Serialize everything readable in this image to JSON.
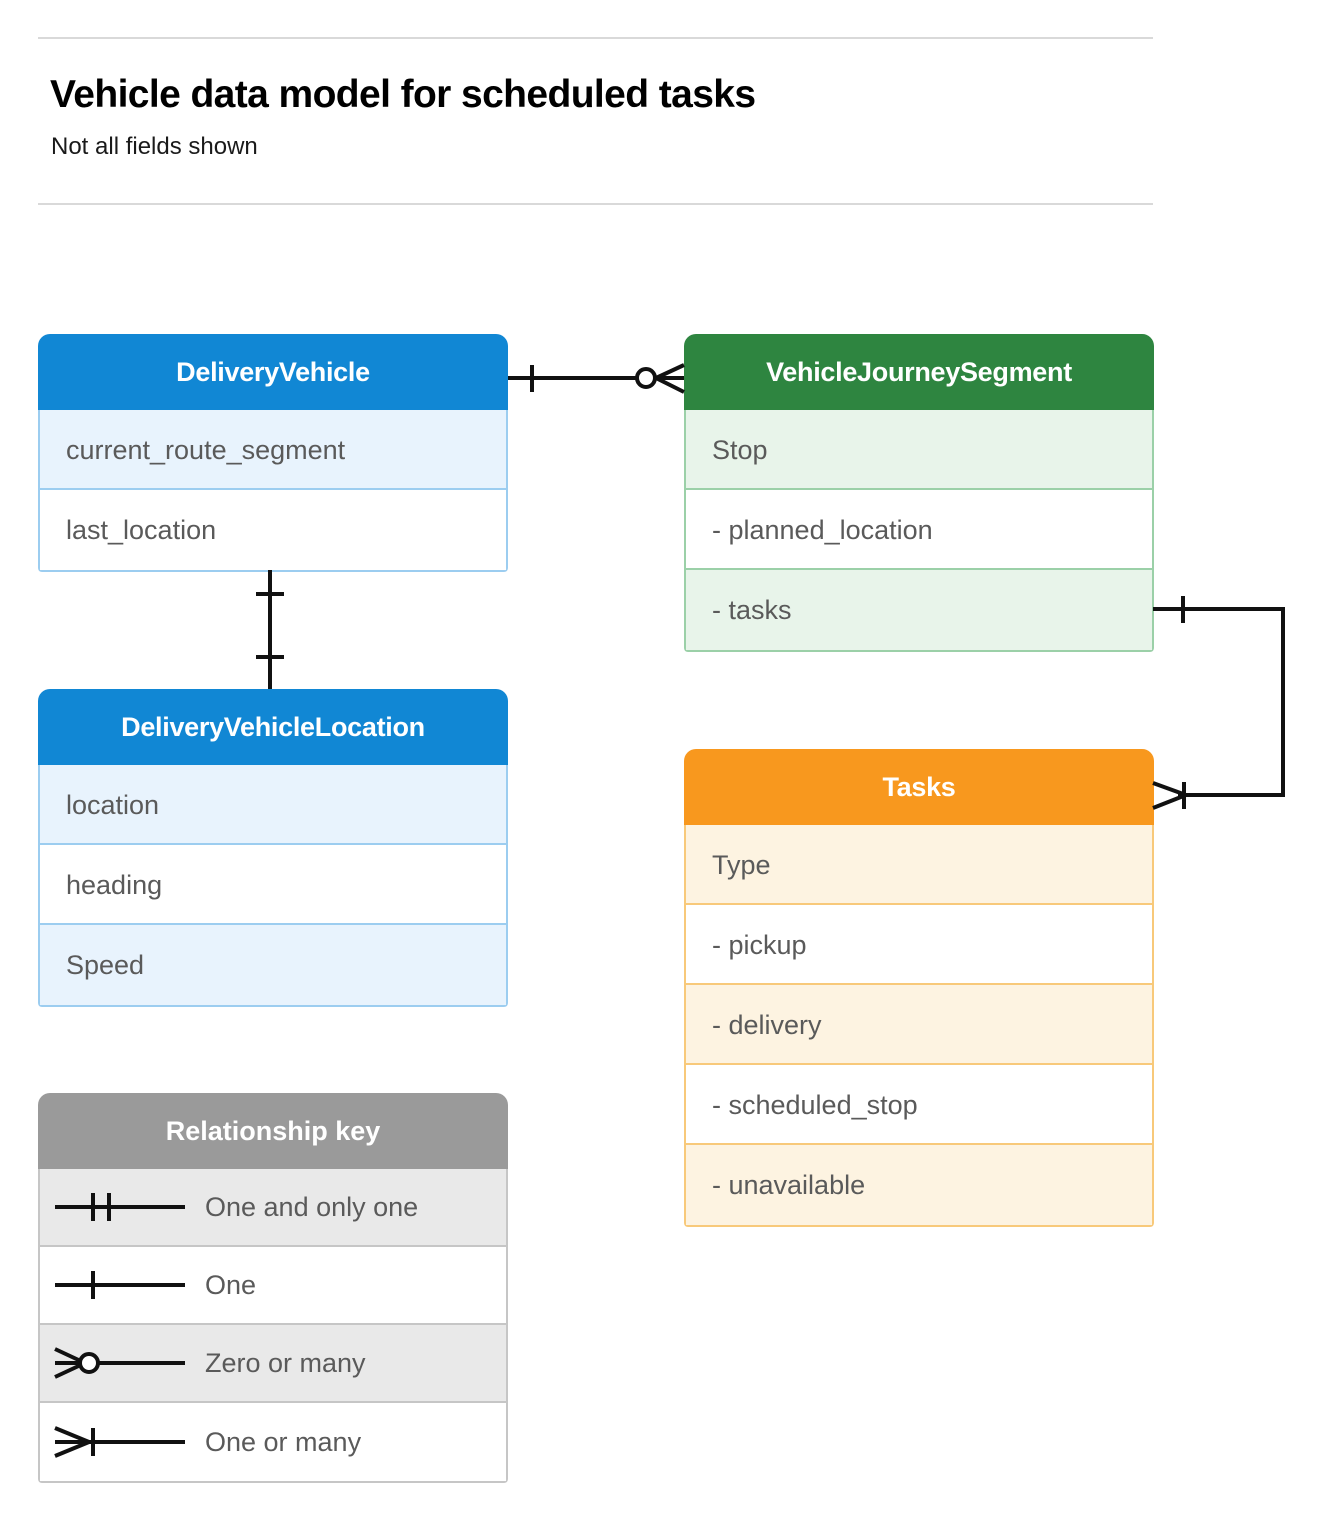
{
  "header": {
    "title": "Vehicle data model for scheduled tasks",
    "subtitle": "Not all fields shown"
  },
  "colors": {
    "blue_header": "#1187d4",
    "blue_row_tint": "#e8f3fd",
    "blue_border": "#9ccdf0",
    "green_header": "#2e8540",
    "green_row_tint": "#e8f4ea",
    "green_border": "#9bd0a8",
    "orange_header": "#f8981e",
    "orange_row_tint": "#fdf3e1",
    "orange_border": "#f8c97a",
    "gray_header": "#9a9a9a",
    "gray_row_tint": "#e9e9e9",
    "gray_border": "#c6c6c6",
    "rule": "#d9d9d9",
    "connector": "#111111",
    "field_text": "#5a5a5a"
  },
  "entities": [
    {
      "id": "delivery-vehicle",
      "name": "DeliveryVehicle",
      "color": "blue",
      "rows": [
        {
          "label": "current_route_segment",
          "tint": true
        },
        {
          "label": "last_location",
          "tint": false
        }
      ]
    },
    {
      "id": "vehicle-journey-segment",
      "name": "VehicleJourneySegment",
      "color": "green",
      "rows": [
        {
          "label": "Stop",
          "tint": true
        },
        {
          "label": "-  planned_location",
          "tint": false
        },
        {
          "label": "- tasks",
          "tint": true
        }
      ]
    },
    {
      "id": "delivery-vehicle-location",
      "name": "DeliveryVehicleLocation",
      "color": "blue",
      "rows": [
        {
          "label": "location",
          "tint": true
        },
        {
          "label": "heading",
          "tint": false
        },
        {
          "label": "Speed",
          "tint": true
        }
      ]
    },
    {
      "id": "tasks",
      "name": "Tasks",
      "color": "orange",
      "rows": [
        {
          "label": "Type",
          "tint": true
        },
        {
          "label": "-  pickup",
          "tint": false
        },
        {
          "label": "-  delivery",
          "tint": true
        },
        {
          "label": "-  scheduled_stop",
          "tint": false
        },
        {
          "label": "-  unavailable",
          "tint": true
        }
      ]
    }
  ],
  "legend": {
    "title": "Relationship key",
    "items": [
      {
        "symbol": "one-and-only-one-icon",
        "label": "One and only one",
        "tint": true
      },
      {
        "symbol": "one-icon",
        "label": "One",
        "tint": false
      },
      {
        "symbol": "zero-or-many-icon",
        "label": "Zero or many",
        "tint": true
      },
      {
        "symbol": "one-or-many-icon",
        "label": "One or many",
        "tint": false
      }
    ]
  },
  "relationships": [
    {
      "id": "deliveryvehicle-to-vehiclejourneysegment",
      "from": "DeliveryVehicle",
      "to": "VehicleJourneySegment",
      "from_cardinality": "One",
      "to_cardinality": "Zero or many"
    },
    {
      "id": "deliveryvehicle-to-deliveryvehiclelocation",
      "from": "DeliveryVehicle",
      "to": "DeliveryVehicleLocation",
      "from_cardinality": "One",
      "to_cardinality": "One"
    },
    {
      "id": "vehiclejourneysegment-tasks-to-tasks",
      "from": "VehicleJourneySegment",
      "to": "Tasks",
      "from_cardinality": "One",
      "to_cardinality": "One or many"
    }
  ]
}
